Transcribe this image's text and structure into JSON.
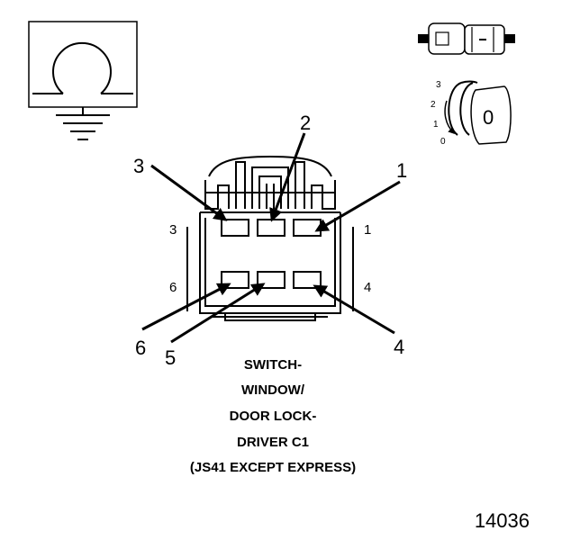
{
  "ground_symbol": {
    "icon": "ground-symbol-icon"
  },
  "ignition_icon": {
    "icon": "ignition-switch-icon",
    "positions": [
      "3",
      "2",
      "1",
      "0"
    ],
    "key_label": "0"
  },
  "connector": {
    "pins": [
      {
        "number": "1",
        "side_label": "1",
        "callout": "1"
      },
      {
        "number": "2",
        "callout": "2"
      },
      {
        "number": "3",
        "side_label": "3",
        "callout": "3"
      },
      {
        "number": "4",
        "side_label": "4",
        "callout": "4"
      },
      {
        "number": "5",
        "callout": "5"
      },
      {
        "number": "6",
        "side_label": "6",
        "callout": "6"
      }
    ]
  },
  "title_lines": [
    "SWITCH-",
    "WINDOW/",
    "DOOR LOCK-",
    "DRIVER C1",
    "(JS41 EXCEPT EXPRESS)"
  ],
  "figure_number": "14036"
}
